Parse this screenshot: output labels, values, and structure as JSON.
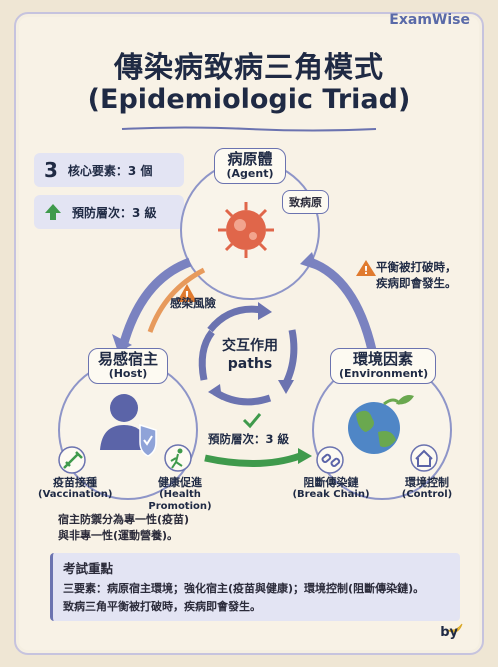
{
  "brand": "ExamWise",
  "title": {
    "zh": "傳染病致病三角模式",
    "en": "(Epidemiologic Triad)"
  },
  "stats": [
    {
      "num": "3",
      "text": "核心要素：3 個"
    },
    {
      "text": "預防層次：3 級"
    }
  ],
  "agent": {
    "zh": "病原體",
    "en": "(Agent)",
    "tag": "致病原"
  },
  "host": {
    "zh": "易感宿主",
    "en": "(Host)"
  },
  "environment": {
    "zh": "環境因素",
    "en": "(Environment)"
  },
  "center": {
    "line1": "交互作用",
    "line2": "paths"
  },
  "arrows": {
    "infection_risk": "感染風險",
    "imbalance_line1": "平衡被打破時，",
    "imbalance_line2": "疾病即會發生。",
    "prevention_levels": "預防層次：3 級"
  },
  "host_actions": [
    {
      "zh": "疫苗接種",
      "en": "(Vaccination)",
      "icon": "syringe-icon"
    },
    {
      "zh": "健康促進",
      "en": "(Health Promotion)",
      "icon": "running-person-icon"
    }
  ],
  "env_actions": [
    {
      "zh": "阻斷傳染鏈",
      "en": "(Break Chain)",
      "icon": "broken-chain-icon"
    },
    {
      "zh": "環境控制",
      "en": "(Control)",
      "icon": "house-icon"
    }
  ],
  "host_note": {
    "line1": "宿主防禦分為專一性(疫苗)",
    "line2": "與非專一性(運動營養)。"
  },
  "exam": {
    "heading": "考試重點",
    "line1": "三要素：病原宿主環境；強化宿主(疫苗與健康)；環境控制(阻斷傳染鏈)。",
    "line2": "致病三角平衡被打破時，疾病即會發生。"
  },
  "byline": "by",
  "colors": {
    "accent": "#6b73b0",
    "warning": "#e07a2e",
    "virus": "#e0664a",
    "check": "#3f9a4c",
    "earth_blue": "#4f86c6",
    "earth_green": "#6aa84f"
  }
}
